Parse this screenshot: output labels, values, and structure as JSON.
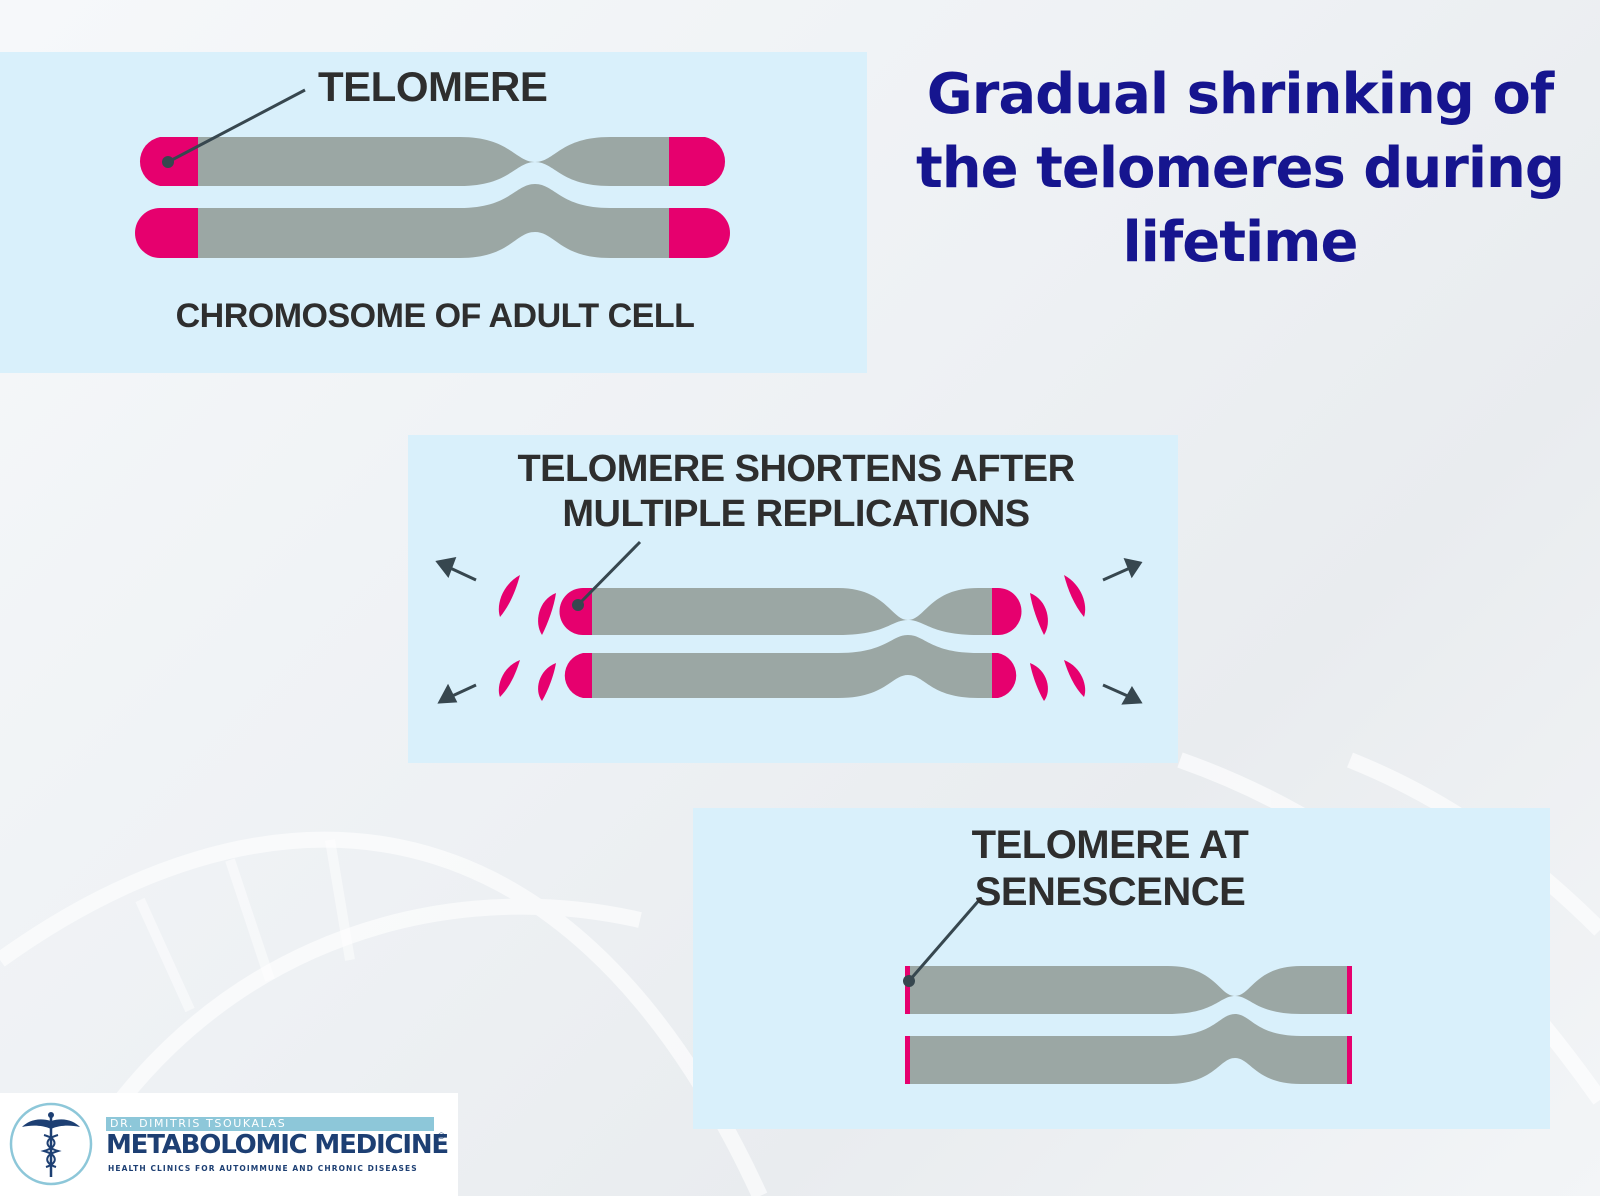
{
  "title": "Gradual shrinking of the telomeres during lifetime",
  "panels": {
    "adult": {
      "pointer_label": "TELOMERE",
      "caption": "CHROMOSOME OF ADULT CELL"
    },
    "shortens": {
      "caption": "TELOMERE SHORTENS AFTER MULTIPLE REPLICATIONS"
    },
    "senescence": {
      "caption": "TELOMERE AT SENESCENCE"
    }
  },
  "logo": {
    "subtitle": "DR. DIMITRIS TSOUKALAS",
    "name": "METABOLOMIC MEDICINE",
    "registered": "®",
    "tagline": "HEALTH CLINICS FOR AUTOIMMUNE AND CHRONIC DISEASES",
    "icon": "caduceus-icon"
  },
  "colors": {
    "panel_background": "#d9f0fb",
    "telomere": "#e6006e",
    "chromosome": "#9ba7a4",
    "label_text": "#2e2e2e",
    "title_text": "#16158f"
  }
}
